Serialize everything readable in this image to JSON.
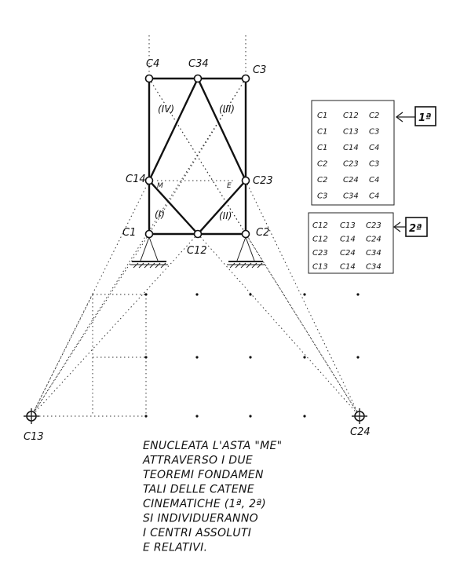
{
  "diagram": {
    "labels": {
      "c4": "C4",
      "c34": "C34",
      "c3": "C3",
      "c14": "C14",
      "c23": "C23",
      "c1": "C1",
      "c12": "C12",
      "c2": "C2",
      "c13": "C13",
      "c24": "C24",
      "point_m": "M",
      "point_e": "E"
    },
    "regions": {
      "iv": "(IV)",
      "iii": "(III)",
      "i": "(I)",
      "ii": "(II)"
    },
    "table_first": {
      "tag": "1ª",
      "rows": [
        [
          "C1",
          "C12",
          "C2"
        ],
        [
          "C1",
          "C13",
          "C3"
        ],
        [
          "C1",
          "C14",
          "C4"
        ],
        [
          "C2",
          "C23",
          "C3"
        ],
        [
          "C2",
          "C24",
          "C4"
        ],
        [
          "C3",
          "C34",
          "C4"
        ]
      ]
    },
    "table_second": {
      "tag": "2ª",
      "rows": [
        [
          "C12",
          "C13",
          "C23"
        ],
        [
          "C12",
          "C14",
          "C24"
        ],
        [
          "C23",
          "C24",
          "C34"
        ],
        [
          "C13",
          "C14",
          "C34"
        ]
      ]
    },
    "note_lines": [
      "ENUCLEATA L'ASTA \"ME\"",
      "ATTRAVERSO I DUE",
      "TEOREMI FONDAMEN",
      "TALI DELLE CATENE",
      "CINEMATICHE (1ª, 2ª)",
      "SI INDIVIDUERANNO",
      "I CENTRI ASSOLUTI",
      "E RELATIVI."
    ]
  }
}
